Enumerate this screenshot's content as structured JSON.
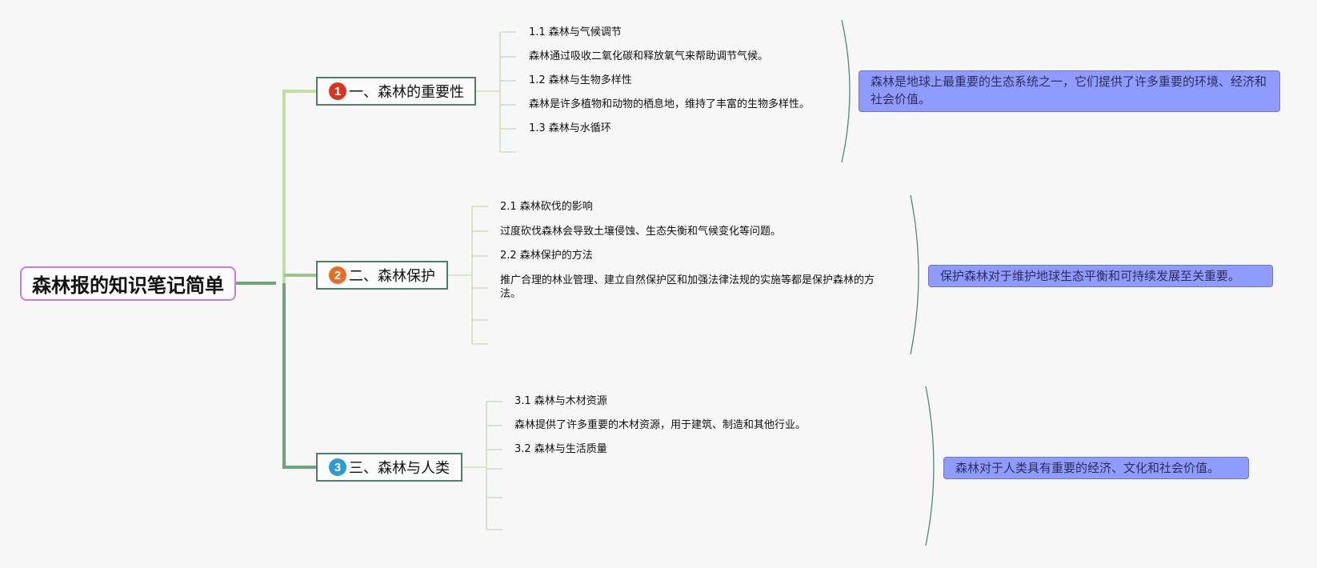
{
  "root": {
    "title": "森林报的知识笔记简单"
  },
  "colors": {
    "branch_light": "#c3df9f",
    "branch_mid": "#9dc48a",
    "branch_dark": "#6fa37a",
    "leaf_line": "#c5dbb8",
    "brace": "#4d8b72",
    "summary_bg": "#8f9bff",
    "badge_1": "#d6361f",
    "badge_2": "#e66e22",
    "badge_3": "#2d9ad9"
  },
  "branches": [
    {
      "badge": "1",
      "title": "一、森林的重要性",
      "notes": [
        "1.1 森林与气候调节",
        "森林通过吸收二氧化碳和释放氧气来帮助调节气候。",
        "1.2 森林与生物多样性",
        "森林是许多植物和动物的栖息地，维持了丰富的生物多样性。",
        "1.3 森林与水循环"
      ],
      "summary": "森林是地球上最重要的生态系统之一，它们提供了许多重要的环境、经济和社会价值。"
    },
    {
      "badge": "2",
      "title": "二、森林保护",
      "notes": [
        "2.1 森林砍伐的影响",
        "过度砍伐森林会导致土壤侵蚀、生态失衡和气候变化等问题。",
        "2.2 森林保护的方法",
        "推广合理的林业管理、建立自然保护区和加强法律法规的实施等都是保护森林的方法。"
      ],
      "summary": "保护森林对于维护地球生态平衡和可持续发展至关重要。"
    },
    {
      "badge": "3",
      "title": "三、森林与人类",
      "notes": [
        "3.1 森林与木材资源",
        "森林提供了许多重要的木材资源，用于建筑、制造和其他行业。",
        "3.2 森林与生活质量"
      ],
      "summary": "森林对于人类具有重要的经济、文化和社会价值。"
    }
  ]
}
